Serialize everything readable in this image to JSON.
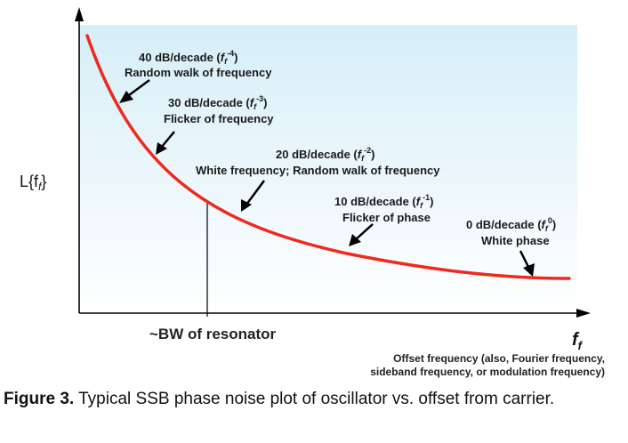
{
  "diagram": {
    "y_axis_label": "L{f",
    "y_axis_label_sub": "f",
    "y_axis_label_end": "}",
    "x_axis_symbol": "f",
    "x_axis_symbol_sub": "f",
    "bw_label": "~BW of resonator",
    "offset_lines": [
      "Offset frequency (also, Fourier frequency,",
      "sideband frequency, or modulation frequency)"
    ],
    "annotations": [
      {
        "slope": "40 dB/decade (",
        "f": "f",
        "sub": "f",
        "sup": "-4",
        "close": ")",
        "desc": "Random walk of frequency"
      },
      {
        "slope": "30 dB/decade (",
        "f": "f",
        "sub": "f",
        "sup": "-3",
        "close": ")",
        "desc": "Flicker of frequency"
      },
      {
        "slope": "20 dB/decade (",
        "f": "f",
        "sub": "f",
        "sup": "-2",
        "close": ")",
        "desc": "White frequency; Random walk of frequency"
      },
      {
        "slope": "10 dB/decade (",
        "f": "f",
        "sub": "f",
        "sup": "-1",
        "close": ")",
        "desc": "Flicker of phase"
      },
      {
        "slope": "0 dB/decade (",
        "f": "f",
        "sub": "f",
        "sup": "0",
        "close": ")",
        "desc": "White phase"
      }
    ],
    "colors": {
      "curve": "#ee2a1f",
      "bg_top": "#d6eef8",
      "bg_bottom": "#ffffff",
      "axis": "#000000"
    }
  },
  "caption": {
    "label": "Figure 3.",
    "text": " Typical SSB phase noise plot of oscillator vs. offset from carrier."
  }
}
